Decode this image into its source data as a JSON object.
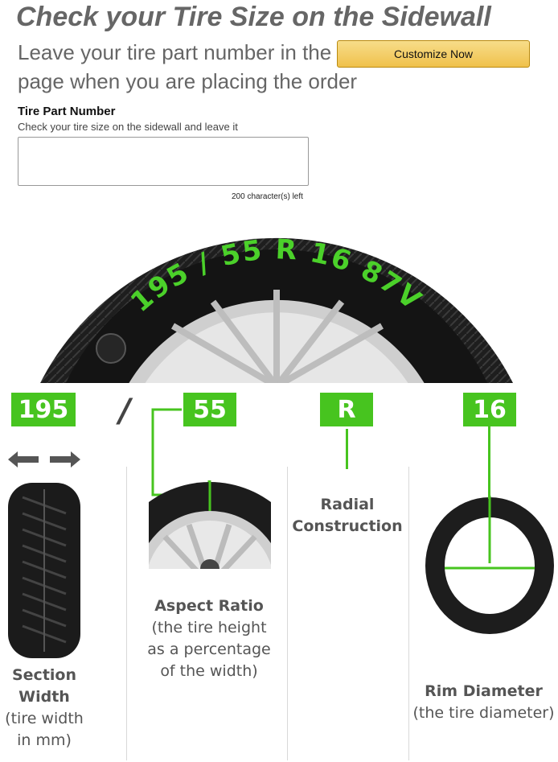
{
  "headline": "Check your Tire Size on the Sidewall",
  "intro": {
    "line1": "Leave your tire part number in the",
    "line2": "page when you are placing the order"
  },
  "customize_button": "Customize Now",
  "tire_field": {
    "label": "Tire Part Number",
    "hint": "Check your tire size on the sidewall and leave it",
    "value": "",
    "chars_left": "200 character(s) left"
  },
  "sidewall": {
    "code_top": "195 / 55 R 16 87V",
    "parts": [
      "195",
      "/",
      "55",
      "R",
      "16",
      "87V"
    ]
  },
  "labels": {
    "width": "195",
    "slash": "/",
    "aspect": "55",
    "radial": "R",
    "rim": "16"
  },
  "captions": {
    "width_title": "Section",
    "width_title2": "Width",
    "width_desc1": "(tire width",
    "width_desc2": "in mm)",
    "aspect_title": "Aspect Ratio",
    "aspect_desc1": "(the tire height",
    "aspect_desc2": "as a percentage",
    "aspect_desc3": "of the width)",
    "radial_title1": "Radial",
    "radial_title2": "Construction",
    "rim_title": "Rim Diameter",
    "rim_desc": "(the tire diameter)"
  },
  "colors": {
    "accent_green": "#47c41f",
    "sidewall_green": "#4bd12a",
    "button_yellow": "#f0c14b"
  }
}
